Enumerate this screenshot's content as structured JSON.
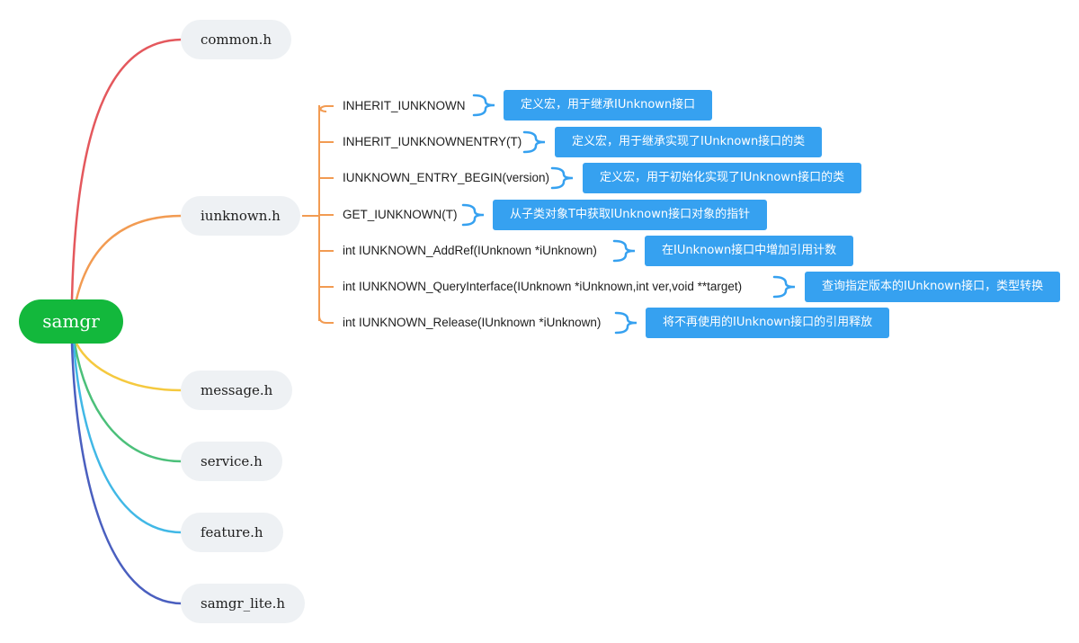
{
  "root": {
    "label": "samgr"
  },
  "colors": {
    "root": "#13b83c",
    "topic_bg": "#eef1f4",
    "note_bg": "#36a1f0",
    "note_brace": "#36a1f0",
    "iunknown_branch": "#f29b52",
    "common": "#e4585d",
    "message": "#f5c93f",
    "service": "#4cc07a",
    "feature": "#41b8e6",
    "samgr_lite": "#4a5fbf"
  },
  "topics": {
    "common": {
      "label": "common.h"
    },
    "iunknown": {
      "label": "iunknown.h"
    },
    "message": {
      "label": "message.h"
    },
    "service": {
      "label": "service.h"
    },
    "feature": {
      "label": "feature.h"
    },
    "samgr_lite": {
      "label": "samgr_lite.h"
    }
  },
  "iunknown_items": [
    {
      "label": "INHERIT_IUNKNOWN",
      "note": "定义宏，用于继承IUnknown接口"
    },
    {
      "label": "INHERIT_IUNKNOWNENTRY(T)",
      "note": "定义宏，用于继承实现了IUnknown接口的类"
    },
    {
      "label": "IUNKNOWN_ENTRY_BEGIN(version)",
      "note": "定义宏，用于初始化实现了IUnknown接口的类"
    },
    {
      "label": "GET_IUNKNOWN(T)",
      "note": "从子类对象T中获取IUnknown接口对象的指针"
    },
    {
      "label": "int IUNKNOWN_AddRef(IUnknown *iUnknown)",
      "note": "在IUnknown接口中增加引用计数"
    },
    {
      "label": "int IUNKNOWN_QueryInterface(IUnknown *iUnknown,int ver,void **target)",
      "note": "查询指定版本的IUnknown接口，类型转换"
    },
    {
      "label": "int IUNKNOWN_Release(IUnknown *iUnknown)",
      "note": "将不再使用的IUnknown接口的引用释放"
    }
  ]
}
